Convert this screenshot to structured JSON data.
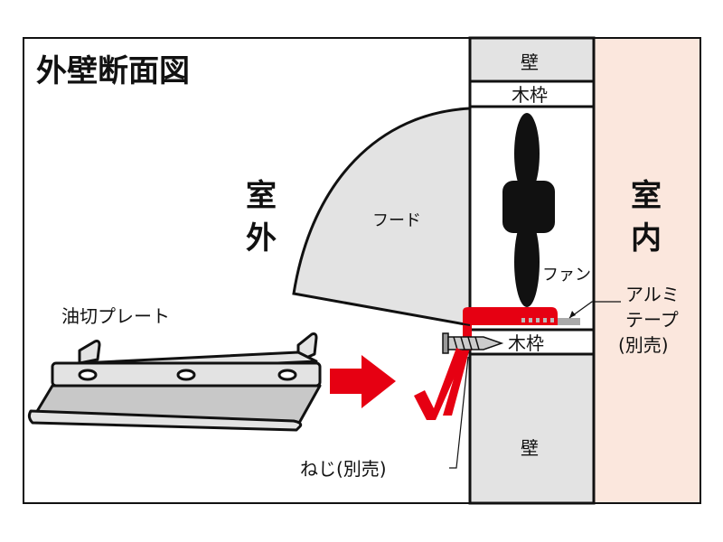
{
  "title": "外壁断面図",
  "outdoor": [
    "室",
    "外"
  ],
  "indoor": [
    "室",
    "内"
  ],
  "labels": {
    "wall_top": "壁",
    "wall_bottom": "壁",
    "frame_top": "木枠",
    "frame_bottom": "木枠",
    "hood": "フード",
    "fan": "ファン",
    "plate": "油切プレート",
    "tape": [
      "アルミ",
      "テープ",
      "(別売)"
    ],
    "screw": "ねじ(別売)"
  },
  "colors": {
    "accent_red": "#e60012",
    "wall_gray": "#e3e3e3",
    "indoor_pink": "#fbe7dd"
  }
}
